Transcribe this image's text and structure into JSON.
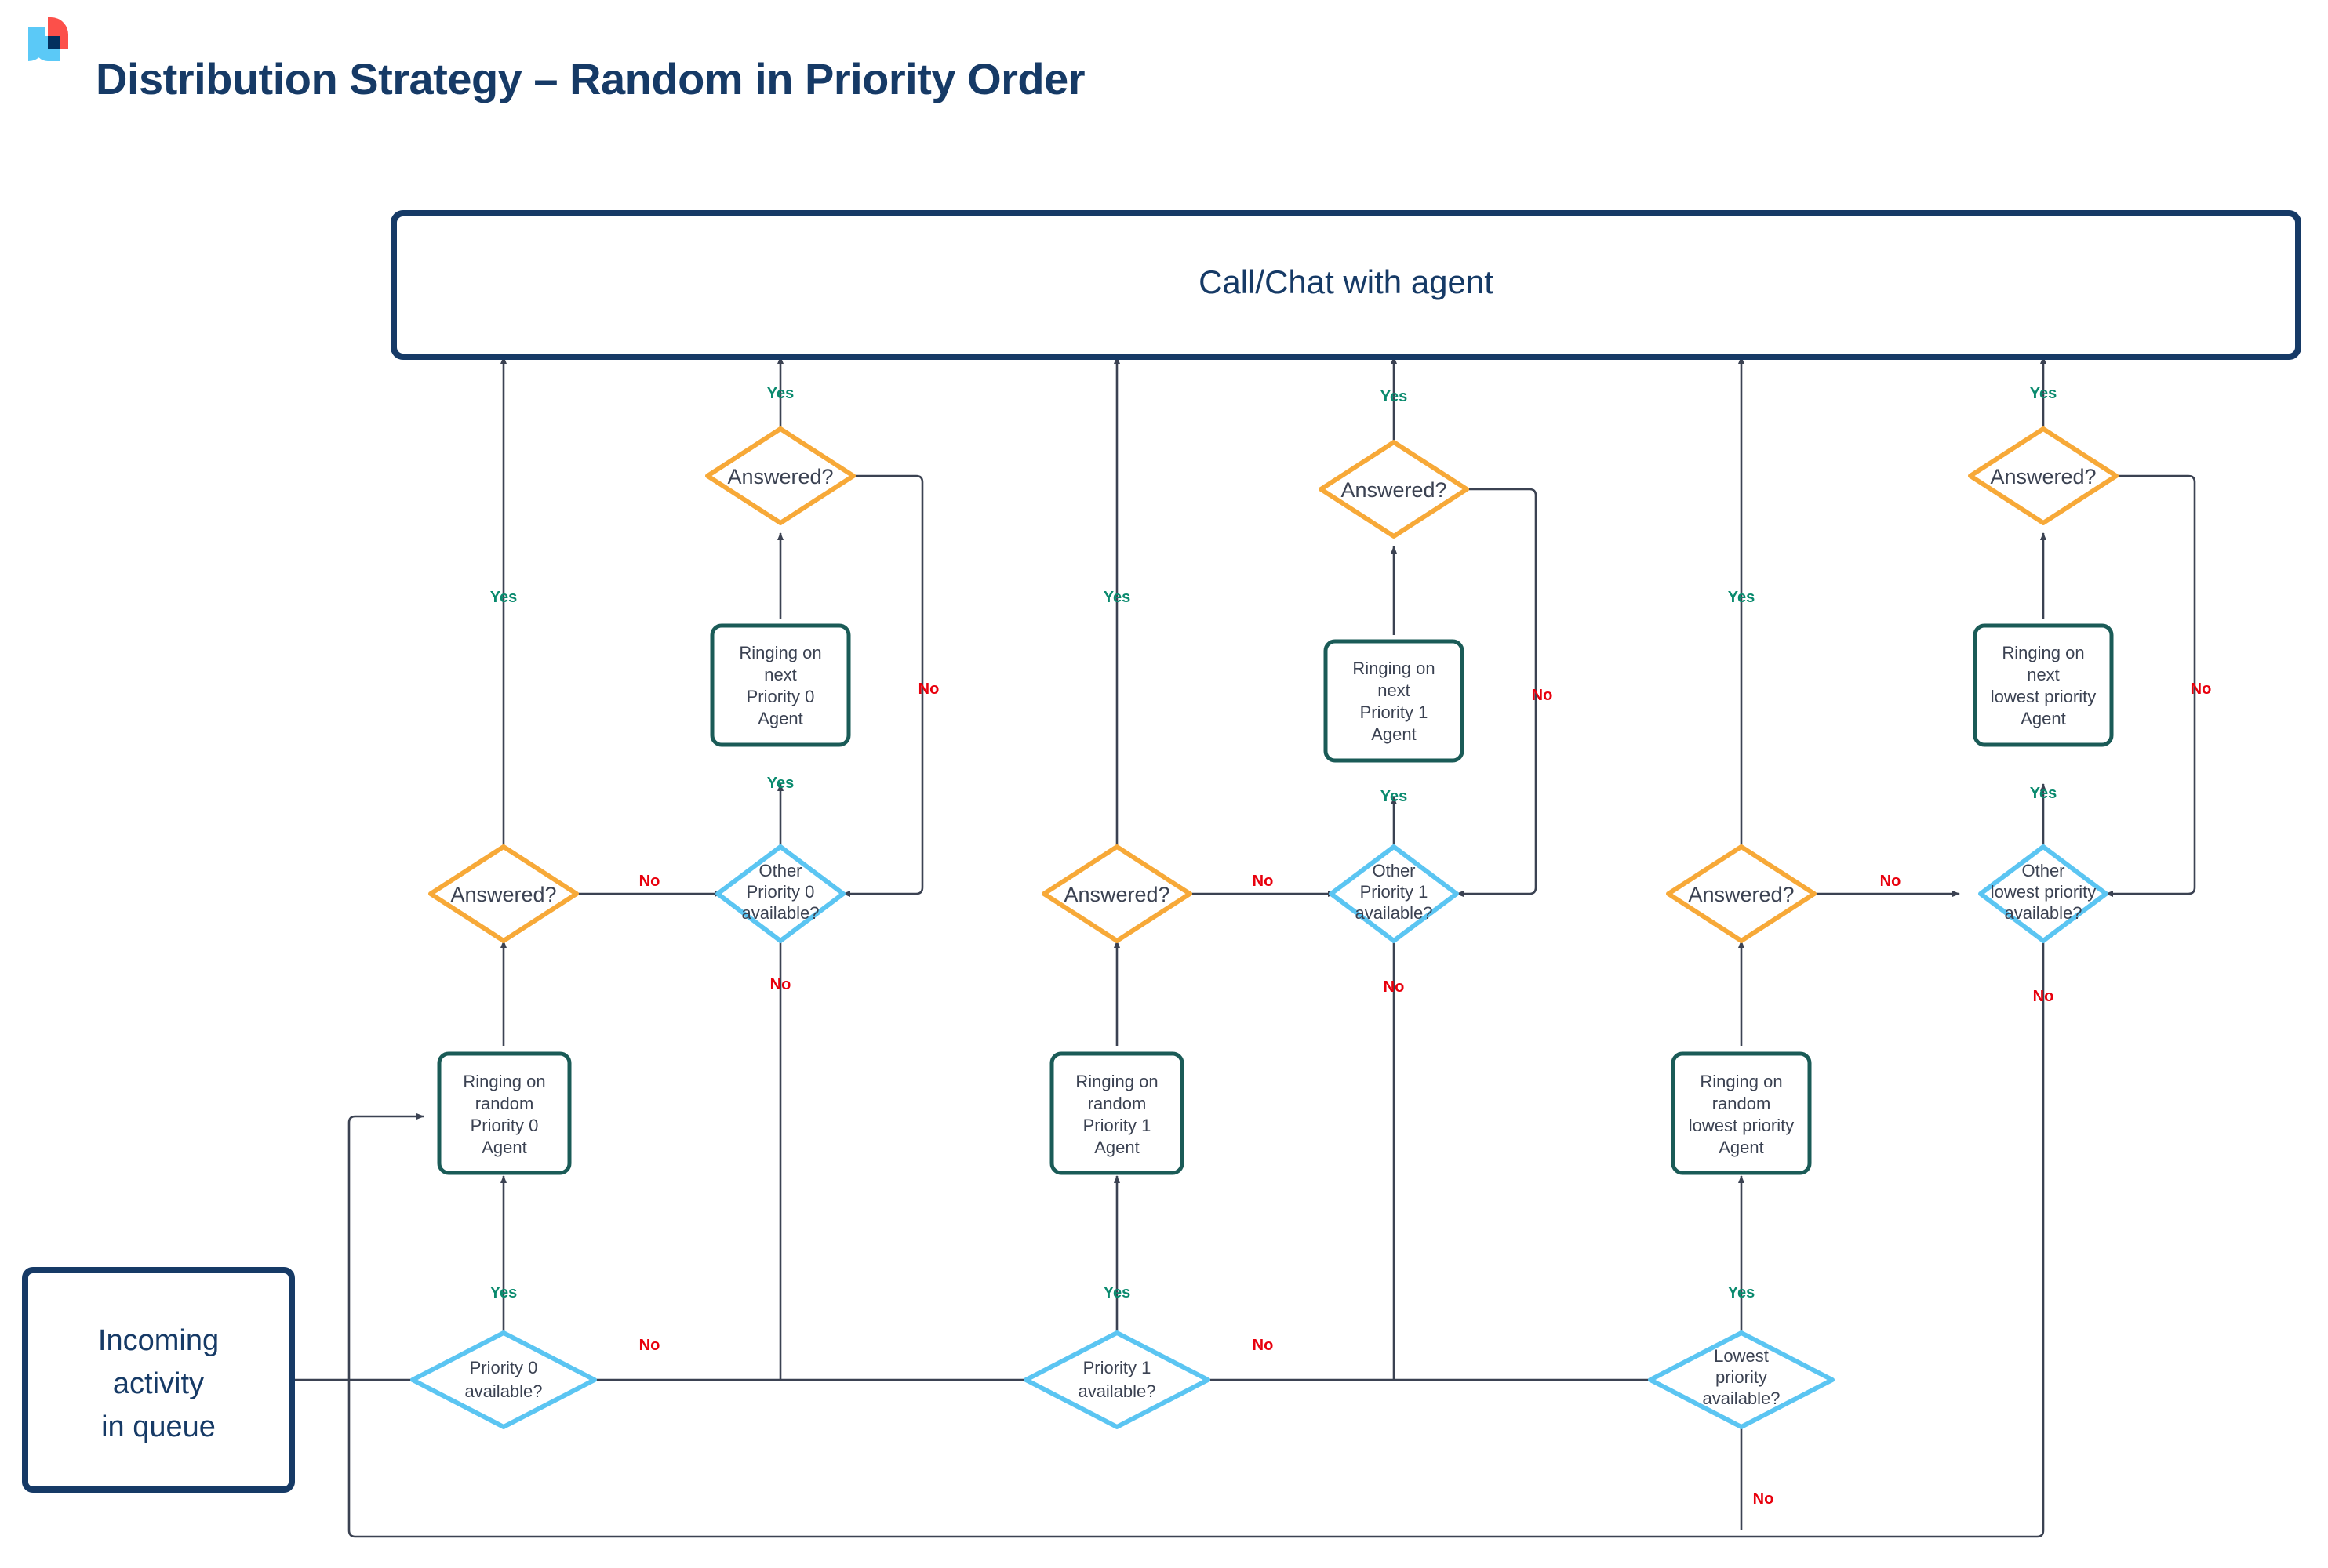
{
  "header": {
    "title": "Distribution Strategy – Random in Priority Order",
    "logo_name": "brand-logo"
  },
  "colors": {
    "title": "#163A66",
    "terminal_border": "#163A66",
    "process_border": "#1A5B57",
    "decision_blue": "#5BC5F2",
    "decision_orange": "#F7A938",
    "yes_label": "#0A8A6E",
    "no_label": "#E8000D",
    "edge": "#3b4252",
    "logo_red": "#FC504A",
    "logo_blue": "#5BC9F7",
    "logo_navy": "#02305E"
  },
  "diagram": {
    "type": "flowchart",
    "terminals": {
      "top": "Call/Chat with agent",
      "start": "Incoming\nactivity\nin queue",
      "start_lines": [
        "Incoming",
        "activity",
        "in queue"
      ]
    },
    "edge_labels": {
      "yes": "Yes",
      "no": "No"
    },
    "columns": [
      {
        "id": "priority-0",
        "entry_decision": "Priority 0\navailable?",
        "entry_decision_lines": [
          "Priority 0",
          "available?"
        ],
        "random_ring": "Ringing on\nrandom\nPriority 0\nAgent",
        "random_ring_lines": [
          "Ringing on",
          "random",
          "Priority 0",
          "Agent"
        ],
        "answered_first": "Answered?",
        "other_decision": "Other\nPriority 0\navailable?",
        "other_decision_lines": [
          "Other",
          "Priority 0",
          "available?"
        ],
        "next_ring": "Ringing on\nnext\nPriority 0\nAgent",
        "next_ring_lines": [
          "Ringing on",
          "next",
          "Priority 0",
          "Agent"
        ],
        "answered_second": "Answered?"
      },
      {
        "id": "priority-1",
        "entry_decision": "Priority 1\navailable?",
        "entry_decision_lines": [
          "Priority 1",
          "available?"
        ],
        "random_ring": "Ringing on\nrandom\nPriority 1\nAgent",
        "random_ring_lines": [
          "Ringing on",
          "random",
          "Priority 1",
          "Agent"
        ],
        "answered_first": "Answered?",
        "other_decision": "Other\nPriority 1\navailable?",
        "other_decision_lines": [
          "Other",
          "Priority 1",
          "available?"
        ],
        "next_ring": "Ringing on\nnext\nPriority 1\nAgent",
        "next_ring_lines": [
          "Ringing on",
          "next",
          "Priority 1",
          "Agent"
        ],
        "answered_second": "Answered?"
      },
      {
        "id": "lowest-priority",
        "entry_decision": "Lowest\npriority\navailable?",
        "entry_decision_lines": [
          "Lowest",
          "priority",
          "available?"
        ],
        "random_ring": "Ringing on\nrandom\nlowest priority\nAgent",
        "random_ring_lines": [
          "Ringing on",
          "random",
          "lowest priority",
          "Agent"
        ],
        "answered_first": "Answered?",
        "other_decision": "Other\nlowest priority\navailable?",
        "other_decision_lines": [
          "Other",
          "lowest priority",
          "available?"
        ],
        "next_ring": "Ringing on\nnext\nlowest priority\nAgent",
        "next_ring_lines": [
          "Ringing on",
          "next",
          "lowest priority",
          "Agent"
        ],
        "answered_second": "Answered?"
      }
    ]
  }
}
